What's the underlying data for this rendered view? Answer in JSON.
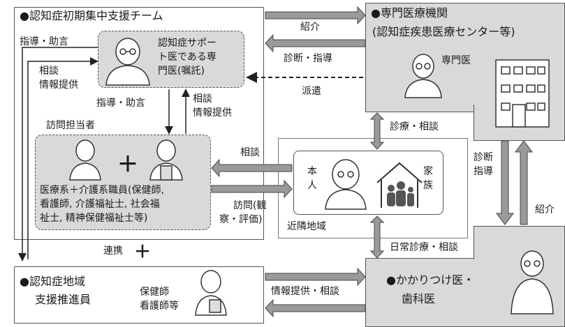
{
  "team": {
    "title": "●認知症初期集中支援チーム",
    "support_doctor": [
      "認知症サポー",
      "ト医である専",
      "門医(嘱託)"
    ],
    "visit_staff_title": "訪問担当者",
    "staff_desc": [
      "医療系＋介護系職員(保健師,",
      "看護師, 介護福祉士, 社会福",
      "祉士, 精神保健福祉士等)"
    ],
    "plus": "＋"
  },
  "specialist": {
    "title": "●専門医療機関",
    "subtitle": "(認知症疾患医療センター等)",
    "doctor": "専門医"
  },
  "neighborhood": {
    "person": "本人",
    "family": "家族",
    "area": "近隣地域"
  },
  "promoter": {
    "title": "●認知症地域",
    "title2": "支援推進員",
    "staff": [
      "保健師",
      "看護師等"
    ]
  },
  "gp": {
    "title": "●かかりつけ医・",
    "title2": "歯科医"
  },
  "links": {
    "guidance_advice_left": "指導・助言",
    "consult_info_left": [
      "相談",
      "情報提供"
    ],
    "guidance_advice_mid": "指導・助言",
    "consult_info_mid": [
      "相談",
      "情報提供"
    ],
    "referral_top": "紹介",
    "diagnosis_guidance_top": "診断・指導",
    "dispatch": "派遣",
    "consult": "相談",
    "visit": [
      "訪問(観",
      "察・評価)"
    ],
    "care_consult": "診療・相談",
    "diagnosis_guidance_right": [
      "診断",
      "指導"
    ],
    "referral_right": "紹介",
    "daily_care": "日常診療・相談",
    "cooperation": "連携",
    "cooperation_plus": "＋",
    "info_consult_bottom": "情報提供・相談"
  }
}
